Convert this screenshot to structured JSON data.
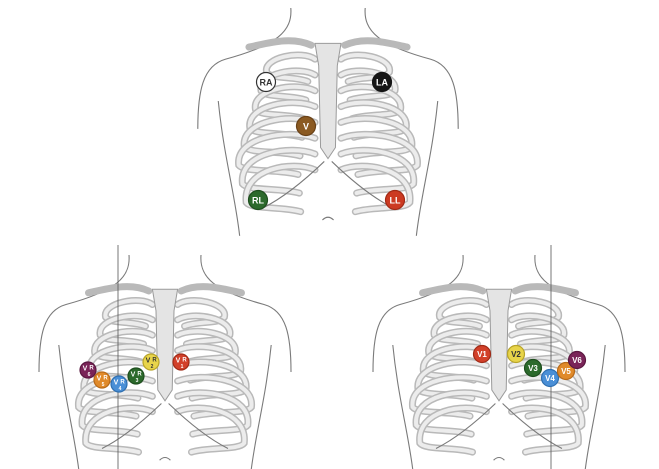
{
  "figures": [
    {
      "id": "limb",
      "electrodes": [
        {
          "label": "RA",
          "sub": "",
          "color": "#ffffff",
          "text_color": "#333333",
          "stroke": "#333333"
        },
        {
          "label": "LA",
          "sub": "",
          "color": "#151515",
          "text_color": "#ffffff",
          "stroke": "#151515"
        },
        {
          "label": "V",
          "sub": "",
          "color": "#8b5a22",
          "text_color": "#ffffff",
          "stroke": "#6a4218"
        },
        {
          "label": "RL",
          "sub": "",
          "color": "#2c6a2c",
          "text_color": "#ffffff",
          "stroke": "#1e4e1e"
        },
        {
          "label": "LL",
          "sub": "",
          "color": "#cc3a22",
          "text_color": "#ffffff",
          "stroke": "#a02a16"
        }
      ]
    },
    {
      "id": "right-precordial",
      "electrodes": [
        {
          "label": "V",
          "sub": "6",
          "text": "R",
          "color": "#7a2458",
          "text_color": "#ffffff",
          "stroke": "#5a1840"
        },
        {
          "label": "V",
          "sub": "5",
          "text": "R",
          "color": "#e08a2a",
          "text_color": "#ffffff",
          "stroke": "#b86a18"
        },
        {
          "label": "V",
          "sub": "4",
          "text": "R",
          "color": "#4a8fd6",
          "text_color": "#ffffff",
          "stroke": "#2e6fb0"
        },
        {
          "label": "V",
          "sub": "3",
          "text": "R",
          "color": "#2c6a2c",
          "text_color": "#ffffff",
          "stroke": "#1e4e1e"
        },
        {
          "label": "V",
          "sub": "2",
          "text": "R",
          "color": "#e8d44a",
          "text_color": "#333333",
          "stroke": "#b8a428"
        },
        {
          "label": "V",
          "sub": "1",
          "text": "R",
          "color": "#d2402a",
          "text_color": "#ffffff",
          "stroke": "#a02a16"
        }
      ]
    },
    {
      "id": "left-precordial",
      "electrodes": [
        {
          "label": "V1",
          "sub": "",
          "color": "#d2402a",
          "text_color": "#ffffff",
          "stroke": "#a02a16"
        },
        {
          "label": "V2",
          "sub": "",
          "color": "#e8d44a",
          "text_color": "#333333",
          "stroke": "#b8a428"
        },
        {
          "label": "V3",
          "sub": "",
          "color": "#2c6a2c",
          "text_color": "#ffffff",
          "stroke": "#1e4e1e"
        },
        {
          "label": "V4",
          "sub": "",
          "color": "#4a8fd6",
          "text_color": "#ffffff",
          "stroke": "#2e6fb0"
        },
        {
          "label": "V5",
          "sub": "",
          "color": "#e08a2a",
          "text_color": "#ffffff",
          "stroke": "#b86a18"
        },
        {
          "label": "V6",
          "sub": "",
          "color": "#7a2458",
          "text_color": "#ffffff",
          "stroke": "#5a1840"
        }
      ]
    }
  ]
}
